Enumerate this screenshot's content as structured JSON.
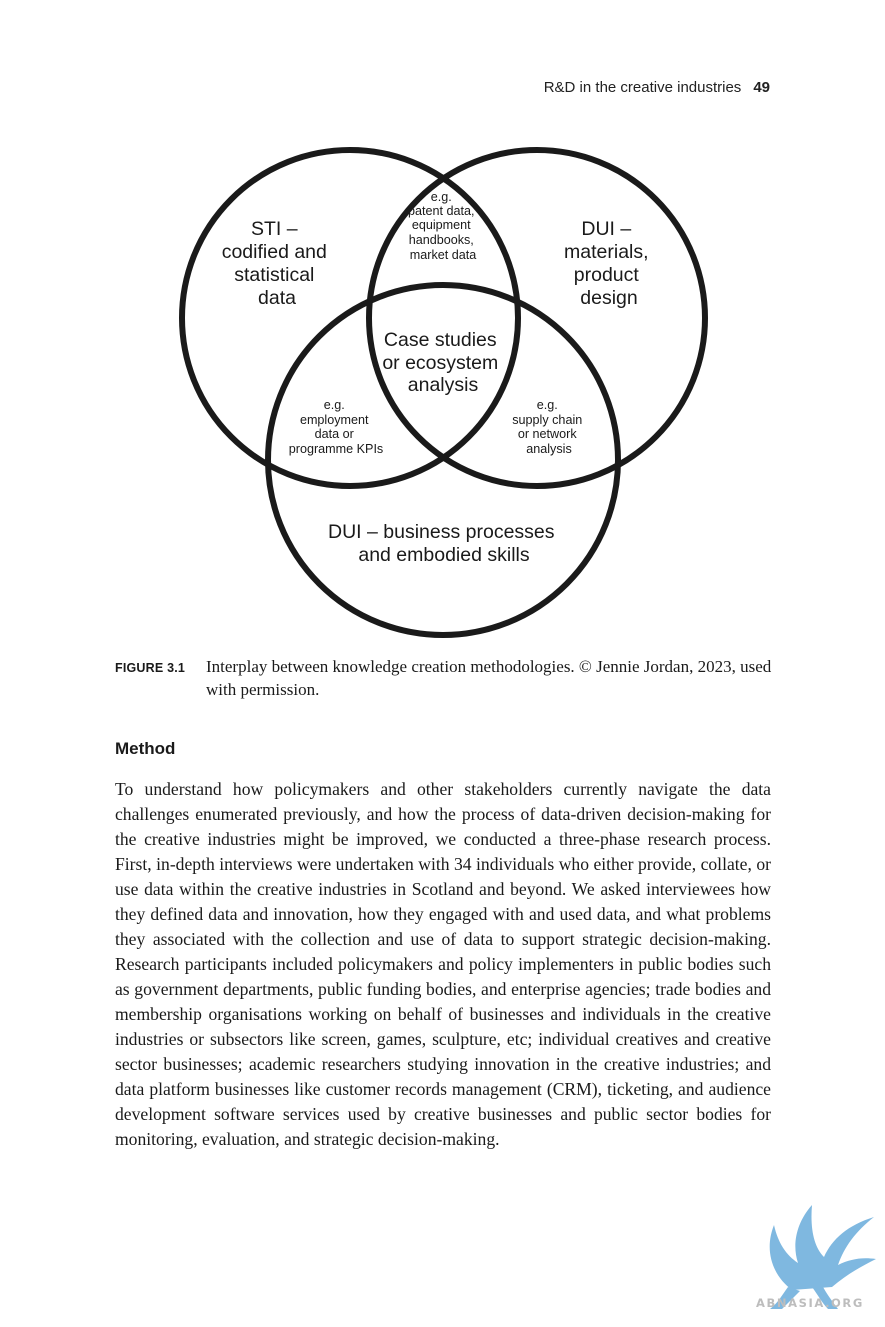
{
  "header": {
    "running_title": "R&D in the creative industries",
    "page_number": "49"
  },
  "figure": {
    "labels": {
      "sti": [
        "STI –",
        "codified and",
        "statistical",
        "data"
      ],
      "dui_materials": [
        "DUI –",
        "materials,",
        "product",
        "design"
      ],
      "dui_business": [
        "DUI – business processes",
        "and embodied skills"
      ],
      "top_overlap": [
        "e.g.",
        "patent data,",
        "equipment",
        "handbooks,",
        "market data"
      ],
      "center": [
        "Case studies",
        "or ecosystem",
        "analysis"
      ],
      "left_overlap": [
        "e.g.",
        "employment",
        "data or",
        "programme KPIs"
      ],
      "right_overlap": [
        "e.g.",
        "supply chain",
        "or network",
        "analysis"
      ]
    },
    "caption_label": "FIGURE 3.1",
    "caption_text": "Interplay between knowledge creation methodologies. © Jennie Jordan, 2023, used with permission."
  },
  "section": {
    "heading": "Method",
    "paragraph": "To understand how policymakers and other stakeholders currently navigate the data challenges enumerated previously, and how the process of data-driven decision-making for the creative industries might be improved, we conducted a three-phase research process. First, in-depth interviews were undertaken with 34 individuals who either provide, collate, or use data within the creative industries in Scotland and beyond. We asked interviewees how they defined data and innovation, how they engaged with and used data, and what problems they associated with the collection and use of data to sup­port strategic decision-making. Research participants included policymakers and policy implementers in public bodies such as government departments, public funding bodies, and enterprise agencies; trade bodies and membership organisations working on behalf of businesses and individuals in the creative industries or subsectors like screen, games, sculpture, etc; individual creatives and creative sector businesses; academic researchers studying innovation in the creative industries; and data platform businesses like customer records management (CRM), ticketing, and audience development software services used by creative businesses and public sector bodies for monitoring, evalua­tion, and strategic decision-making."
  },
  "watermark": {
    "text": "ABNASIA.ORG",
    "color": "#7fb8e0"
  }
}
